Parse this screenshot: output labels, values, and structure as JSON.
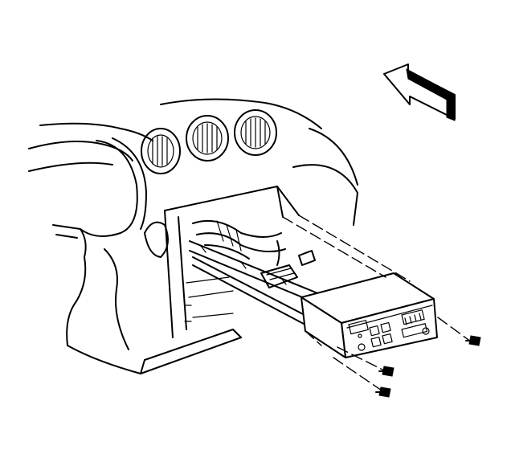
{
  "diagram": {
    "colors": {
      "ink": "#000000",
      "paper": "#ffffff"
    },
    "icons": [
      "direction-arrow-icon",
      "screw-icon"
    ],
    "parts": [
      "instrument-panel",
      "air-vent",
      "radio-cavity",
      "radio-bracket",
      "radio-receiver",
      "wiring-harness-connector",
      "mounting-screw"
    ],
    "screw_count": 3,
    "vent_count": 3
  }
}
